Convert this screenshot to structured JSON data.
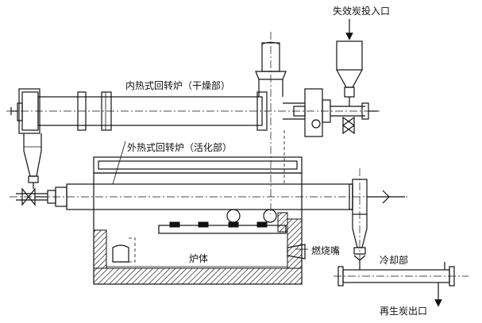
{
  "labels": {
    "feed_inlet": "失效炭投入口",
    "internal_kiln": "内热式回转炉（干燥部）",
    "external_kiln": "外热式回转炉（活化部）",
    "furnace_body": "炉体",
    "burner": "燃烧嘴",
    "cooling_section": "冷却部",
    "outlet": "再生炭出口"
  }
}
